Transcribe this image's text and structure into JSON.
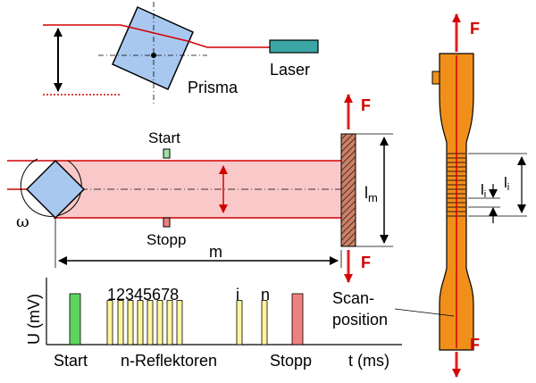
{
  "labels": {
    "laser": "Laser",
    "prisma": "Prisma",
    "start_marker": "Start",
    "stopp_marker": "Stopp",
    "l_m": "l",
    "l_m_sub": "m",
    "m": "m",
    "omega": "ω",
    "force": "F",
    "scan_line1": "Scan-",
    "scan_line2": "position",
    "reflector_numbers": "12345678",
    "reflector_i": "i",
    "reflector_n": "n",
    "l_i_short": "l",
    "l_i_long": "l",
    "l_i_sub": "i"
  },
  "signal_plot": {
    "y_axis_label": "U (mV)",
    "x_axis_label": "t (ms)",
    "x_labels": [
      "Start",
      "n-Reflektoren",
      "Stopp"
    ],
    "pulses": [
      {
        "name": "start",
        "color": "#5fd35f",
        "height": 0.75
      },
      {
        "name": "reflector",
        "color": "#fff59a",
        "height": 0.65
      },
      {
        "name": "reflector",
        "color": "#fff59a",
        "height": 0.65
      },
      {
        "name": "reflector",
        "color": "#fff59a",
        "height": 0.65
      },
      {
        "name": "reflector",
        "color": "#fff59a",
        "height": 0.65
      },
      {
        "name": "reflector",
        "color": "#fff59a",
        "height": 0.65
      },
      {
        "name": "reflector",
        "color": "#fff59a",
        "height": 0.65
      },
      {
        "name": "reflector",
        "color": "#fff59a",
        "height": 0.65
      },
      {
        "name": "reflector",
        "color": "#fff59a",
        "height": 0.65
      },
      {
        "name": "reflector-i",
        "color": "#fff59a",
        "height": 0.65
      },
      {
        "name": "reflector-n",
        "color": "#fff59a",
        "height": 0.65
      },
      {
        "name": "stopp",
        "color": "#f08080",
        "height": 0.75
      }
    ]
  },
  "colors": {
    "beam": "#d40000",
    "prism": "#a8c8f0",
    "laser": "#3aa6a6",
    "beam_channel": "#f9c9c9",
    "specimen": "#f0901a",
    "force": "#e02020"
  }
}
